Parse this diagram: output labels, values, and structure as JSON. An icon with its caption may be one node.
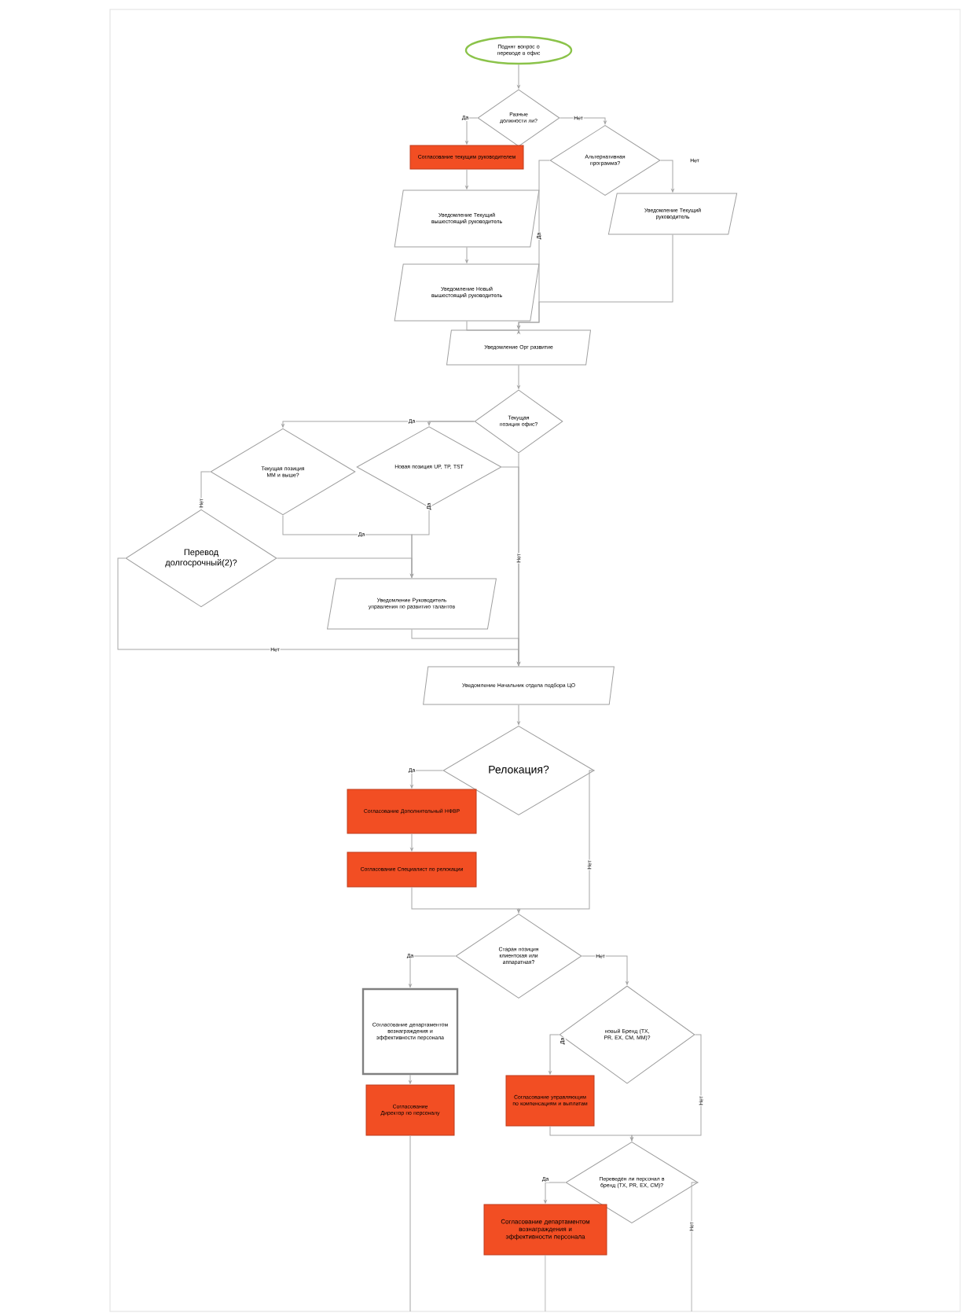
{
  "diagram": {
    "nodes": [
      {
        "text": [
          "Поднят вопрос о переводе в офис"
        ]
      },
      {
        "text": [
          "Разные должности ли?"
        ]
      },
      {
        "text": [
          "Согласование текущим руководителем"
        ]
      },
      {
        "text": [
          "Уведомление Текущий вышестоящий руководитель"
        ]
      },
      {
        "text": [
          "Уведомление Новый вышестоящий руководитель"
        ]
      },
      {
        "text": [
          "Альтернативная программа?"
        ]
      },
      {
        "text": [
          "Уведомление Текущий руководитель"
        ]
      },
      {
        "text": [
          "Уведомление Орг развитие"
        ]
      },
      {
        "text": [
          "Текущая позиция офис?"
        ]
      },
      {
        "text": [
          "Текущая позиция ММ и выше?"
        ]
      },
      {
        "text": [
          "Новая позиция UP, TP, TST"
        ]
      },
      {
        "text": [
          "Перевод долгосрочный(2)?"
        ]
      },
      {
        "text": [
          "Уведомление Руководитель управления по развитию талантов"
        ]
      },
      {
        "text": [
          "Уведомление Начальник отдела подбора ЦО"
        ]
      },
      {
        "text": [
          "Релокация?"
        ]
      },
      {
        "text": [
          "Согласование Дополнительный НФВР"
        ]
      },
      {
        "text": [
          "Согласование Специалист по релокации"
        ]
      },
      {
        "text": [
          "Старая позиция клиентская или аппаратная?"
        ]
      },
      {
        "text": [
          "Согласование департаментом вознаграждения и эффективности персонала"
        ]
      },
      {
        "text": [
          "Согласование Директор по персоналу"
        ]
      },
      {
        "text": [
          "новый Бренд (TX, PR, EX, CM, MM)?"
        ]
      },
      {
        "text": [
          "Согласование управляющим по компенсациям и выплатам"
        ]
      },
      {
        "text": [
          "Переведён ли персонал в бренд (TX, PR, EX, CM)?"
        ]
      },
      {
        "text": [
          "Согласование департаментом вознаграждения и эффективности персонала"
        ]
      }
    ],
    "edges": [
      {
        "from": 0,
        "to": 1,
        "arrow": "to"
      },
      {
        "from": 1,
        "to": 2,
        "arrow": "to",
        "label": "Да"
      },
      {
        "from": 1,
        "to": 5,
        "arrow": "to",
        "label": "Нет"
      },
      {
        "from": 2,
        "to": 3,
        "arrow": "to"
      },
      {
        "from": 3,
        "to": 4,
        "arrow": "to"
      },
      {
        "from": 4,
        "to": 7,
        "arrow": "to"
      },
      {
        "from": 5,
        "to": 7,
        "arrow": "to",
        "label": "Да"
      },
      {
        "from": 5,
        "to": 6,
        "arrow": "to",
        "label": "Нет"
      },
      {
        "from": 6,
        "to": 7,
        "arrow": "to"
      },
      {
        "from": 7,
        "to": 8,
        "arrow": "to"
      },
      {
        "from": 8,
        "to": 9,
        "arrow": "to",
        "label": "Да"
      },
      {
        "from": 8,
        "to": 10,
        "arrow": "to"
      },
      {
        "from": 8,
        "to": 13,
        "arrow": "to",
        "label": "Нет"
      },
      {
        "from": 10,
        "to": 13,
        "arrow": "to"
      },
      {
        "from": 9,
        "to": 11,
        "arrow": "to",
        "label": "Нет"
      },
      {
        "from": 9,
        "to": 12,
        "arrow": "to",
        "label": "Да"
      },
      {
        "from": 10,
        "to": 12,
        "arrow": "to",
        "label": "Да"
      },
      {
        "from": 11,
        "to": 12,
        "arrow": "to"
      },
      {
        "from": 11,
        "to": 13,
        "arrow": "to",
        "label": "Нет"
      },
      {
        "from": 12,
        "to": 13,
        "arrow": "to"
      },
      {
        "from": 13,
        "to": 14,
        "arrow": "to"
      },
      {
        "from": 14,
        "to": 15,
        "arrow": "to",
        "label": "Да"
      },
      {
        "from": 15,
        "to": 16,
        "arrow": "to"
      },
      {
        "from": 16,
        "to": 17,
        "arrow": "to"
      },
      {
        "from": 14,
        "to": 17,
        "arrow": "to",
        "label": "Нет"
      },
      {
        "from": 17,
        "to": 18,
        "arrow": "to",
        "label": "Да"
      },
      {
        "from": 18,
        "to": 19,
        "arrow": "to"
      },
      {
        "from": 17,
        "to": 20,
        "arrow": "to",
        "label": "Нет"
      },
      {
        "from": 20,
        "to": 21,
        "arrow": "to",
        "label": "Да"
      },
      {
        "from": 20,
        "to": 22,
        "arrow": "to",
        "label": "Нет"
      },
      {
        "from": 21,
        "to": 22,
        "arrow": "to"
      },
      {
        "from": 22,
        "to": 23,
        "arrow": "to",
        "label": "Да"
      },
      {
        "from": 19,
        "to": null,
        "arrow": "none"
      },
      {
        "from": 23,
        "to": null,
        "arrow": "none"
      },
      {
        "from": 22,
        "to": null,
        "arrow": "none",
        "label": "Нет"
      }
    ]
  }
}
